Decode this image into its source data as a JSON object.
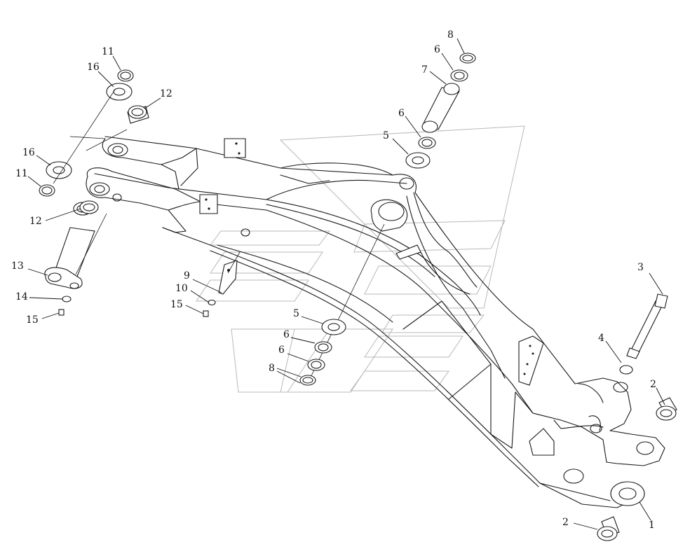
{
  "callouts": [
    {
      "id": "c-11a",
      "label": "11"
    },
    {
      "id": "c-16a",
      "label": "16"
    },
    {
      "id": "c-12a",
      "label": "12"
    },
    {
      "id": "c-16b",
      "label": "16"
    },
    {
      "id": "c-11b",
      "label": "11"
    },
    {
      "id": "c-12b",
      "label": "12"
    },
    {
      "id": "c-13",
      "label": "13"
    },
    {
      "id": "c-14",
      "label": "14"
    },
    {
      "id": "c-15a",
      "label": "15"
    },
    {
      "id": "c-9",
      "label": "9"
    },
    {
      "id": "c-10",
      "label": "10"
    },
    {
      "id": "c-15b",
      "label": "15"
    },
    {
      "id": "c-8a",
      "label": "8"
    },
    {
      "id": "c-6a",
      "label": "6"
    },
    {
      "id": "c-7a",
      "label": "7"
    },
    {
      "id": "c-6b",
      "label": "6"
    },
    {
      "id": "c-5a",
      "label": "5"
    },
    {
      "id": "c-5b",
      "label": "5"
    },
    {
      "id": "c-6c",
      "label": "6"
    },
    {
      "id": "c-6d",
      "label": "6"
    },
    {
      "id": "c-8b",
      "label": "8"
    },
    {
      "id": "c-3",
      "label": "3"
    },
    {
      "id": "c-4",
      "label": "4"
    },
    {
      "id": "c-2a",
      "label": "2"
    },
    {
      "id": "c-2b",
      "label": "2"
    },
    {
      "id": "c-1",
      "label": "1"
    }
  ]
}
